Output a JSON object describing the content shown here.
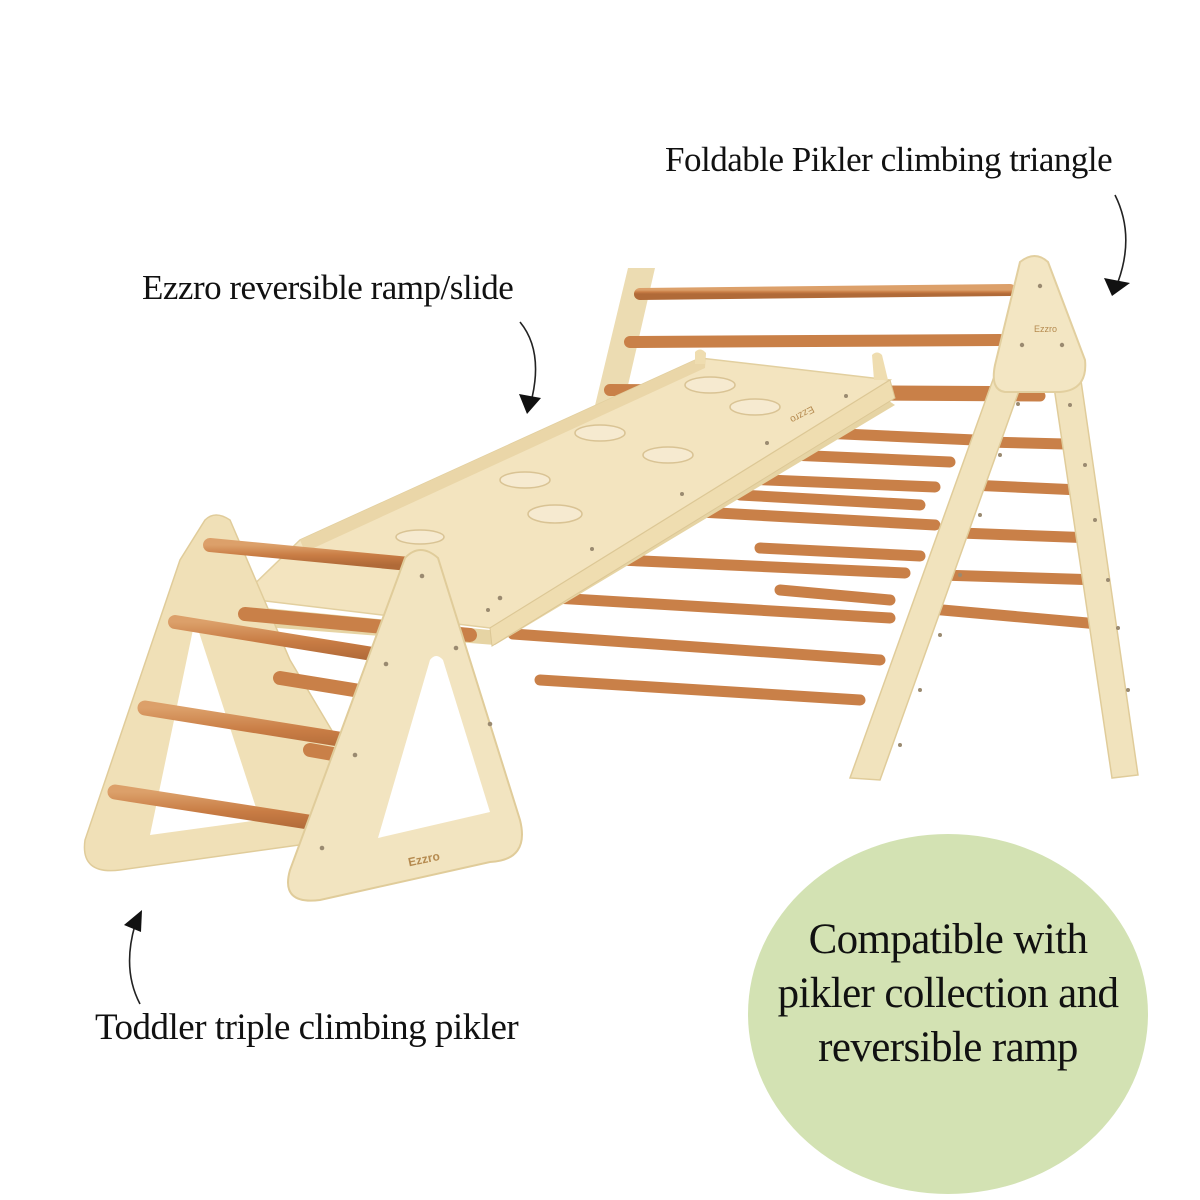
{
  "callouts": {
    "foldable_triangle": "Foldable Pikler climbing triangle",
    "ramp": "Ezzro reversible ramp/slide",
    "toddler_pikler": "Toddler triple climbing pikler"
  },
  "badge": {
    "lines": [
      "Compatible with",
      "pikler collection and",
      "reversible ramp"
    ],
    "color": "#d3e2b3"
  },
  "product": {
    "brand_marks": [
      "Ezzro",
      "Ezzro",
      "Ezzro"
    ],
    "colors": {
      "plywood": "#f1e3bd",
      "plywood_edge": "#e2cf9f",
      "rung": "#c9804a",
      "rung_highlight": "#dba06c"
    }
  }
}
